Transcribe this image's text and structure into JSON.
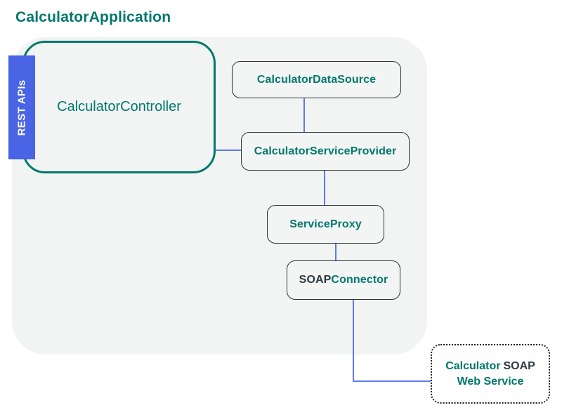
{
  "title": "CalculatorApplication",
  "rest_api_badge": {
    "label": "REST APIs"
  },
  "nodes": {
    "controller": {
      "label": "CalculatorController"
    },
    "data_source": {
      "label": "CalculatorDataSource"
    },
    "service_provider": {
      "label": "CalculatorServiceProvider"
    },
    "service_proxy": {
      "label": "ServiceProxy"
    },
    "soap_connector": {
      "label_bold": "SOAP",
      "label_rest": "Connector"
    },
    "soap_web_service": {
      "line1_regular": "Calculator",
      "line1_bold": "SOAP",
      "line2": "Web Service"
    }
  },
  "edges": [
    {
      "from": "CalculatorController",
      "to": "CalculatorServiceProvider"
    },
    {
      "from": "CalculatorDataSource",
      "to": "CalculatorServiceProvider"
    },
    {
      "from": "CalculatorServiceProvider",
      "to": "ServiceProxy"
    },
    {
      "from": "ServiceProxy",
      "to": "SOAPConnector"
    },
    {
      "from": "SOAPConnector",
      "to": "Calculator SOAP Web Service"
    }
  ],
  "colors": {
    "teal": "#00786E",
    "dark_label": "#2E3A40",
    "edge_blue": "#5B79F0",
    "badge_blue": "#4A64E6",
    "boundary_gray": "#F2F4F3"
  }
}
